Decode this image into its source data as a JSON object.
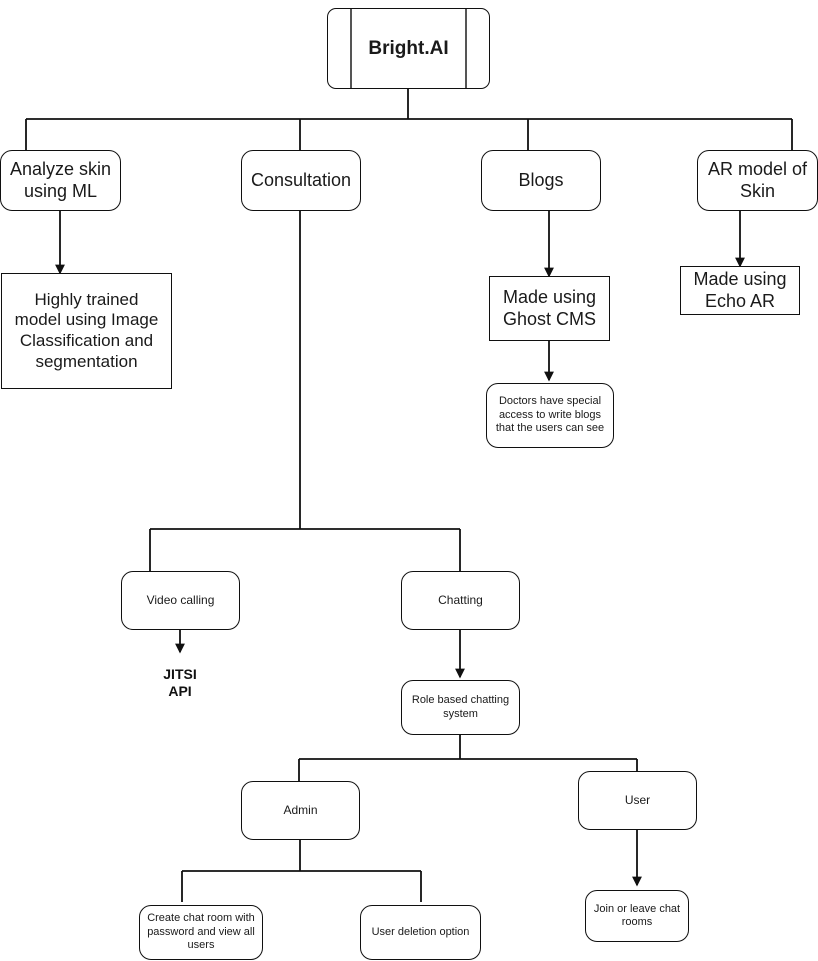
{
  "diagram": {
    "title": "Bright.AI project architecture flowchart",
    "colors": {
      "stroke": "#101010",
      "background": "#ffffff",
      "text": "#1a1a1a",
      "root_bar": "#555555"
    },
    "nodes": {
      "root": "Bright.AI",
      "analyze_skin": "Analyze skin\nusing ML",
      "consultation": "Consultation",
      "blogs": "Blogs",
      "ar_model": "AR model of\nSkin",
      "highly_trained_model": "Highly trained\nmodel using Image\nClassification and\nsegmentation",
      "ghost_cms": "Made using\nGhost CMS",
      "echo_ar": "Made using\nEcho AR",
      "doctors_access": "Doctors have special\naccess to write blogs\nthat the users can see",
      "video_calling": "Video calling",
      "chatting": "Chatting",
      "jitsi_api": "JITSI\nAPI",
      "role_based_chat": "Role based chatting\nsystem",
      "admin": "Admin",
      "user": "User",
      "create_chat_room": "Create chat room with\npassword and view all\nusers",
      "user_deletion": "User deletion option",
      "join_leave_rooms": "Join or leave chat\nrooms"
    }
  }
}
